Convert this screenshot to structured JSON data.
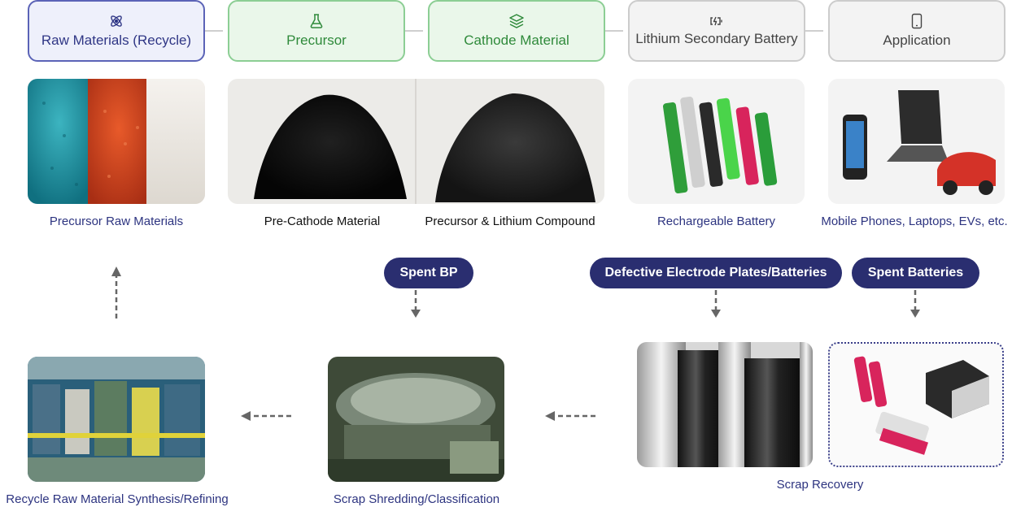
{
  "stages": [
    {
      "label": "Raw Materials (Recycle)",
      "icon": "atom-icon"
    },
    {
      "label": "Precursor",
      "icon": "flask-icon"
    },
    {
      "label": "Cathode Material",
      "icon": "layers-icon"
    },
    {
      "label": "Lithium Secondary Battery",
      "icon": "battery-charging-icon"
    },
    {
      "label": "Application",
      "icon": "mobile-icon"
    }
  ],
  "captions": {
    "precursor_raw": "Precursor Raw Materials",
    "pre_cathode": "Pre-Cathode Material",
    "precursor_lithium": "Precursor & Lithium Compound",
    "rechargeable": "Rechargeable Battery",
    "applications": "Mobile Phones, Laptops, EVs, etc.",
    "refining": "Recycle Raw Material Synthesis/Refining",
    "shredding": "Scrap Shredding/Classification",
    "recovery": "Scrap Recovery"
  },
  "pills": {
    "spent_bp": "Spent BP",
    "defective": "Defective Electrode Plates/Batteries",
    "spent_batteries": "Spent Batteries"
  },
  "colors": {
    "navy": "#2a2e70",
    "stage_blue": "#5b63b7",
    "stage_green": "#8cce94",
    "stage_grey": "#cccccc",
    "arrow": "#666666"
  }
}
